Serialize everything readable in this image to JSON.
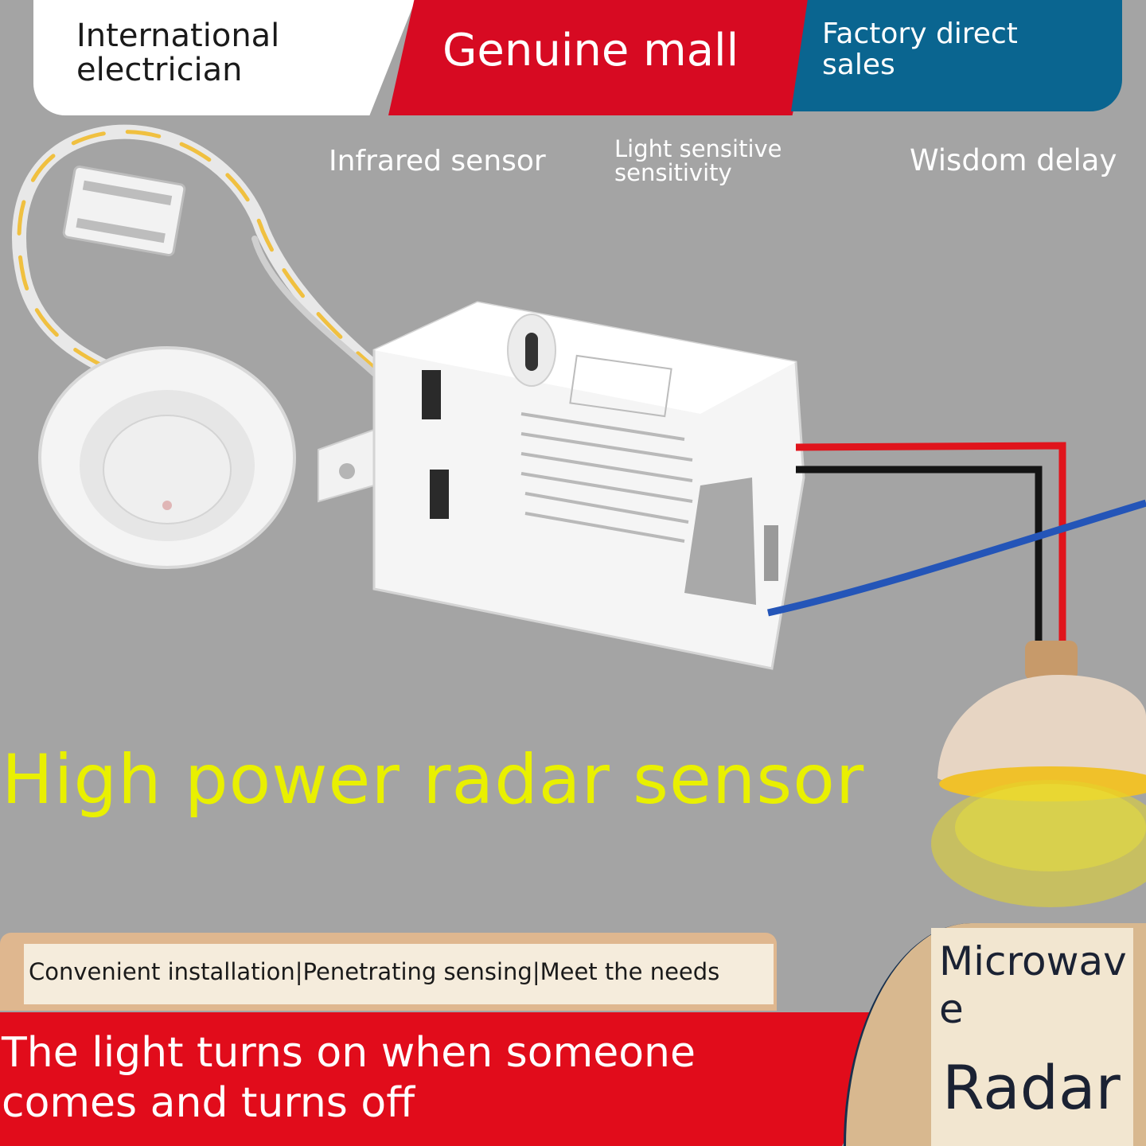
{
  "header": {
    "tab_left": "International electrician",
    "tab_center": "Genuine mall",
    "tab_right": "Factory direct sales"
  },
  "features": [
    "Infrared sensor",
    "Light sensitive sensitivity",
    "Wisdom delay"
  ],
  "headline": "High power radar sensor",
  "strip": "Convenient installation|Penetrating sensing|Meet the needs",
  "banner": "The light turns on when someone comes and turns off",
  "badge": {
    "line1": "Microwave",
    "line2": "Radar"
  },
  "colors": {
    "background": "#a4a4a4",
    "brand_red": "#d70a22",
    "brand_blue": "#0a6590",
    "headline_yellow": "#e9f000"
  }
}
